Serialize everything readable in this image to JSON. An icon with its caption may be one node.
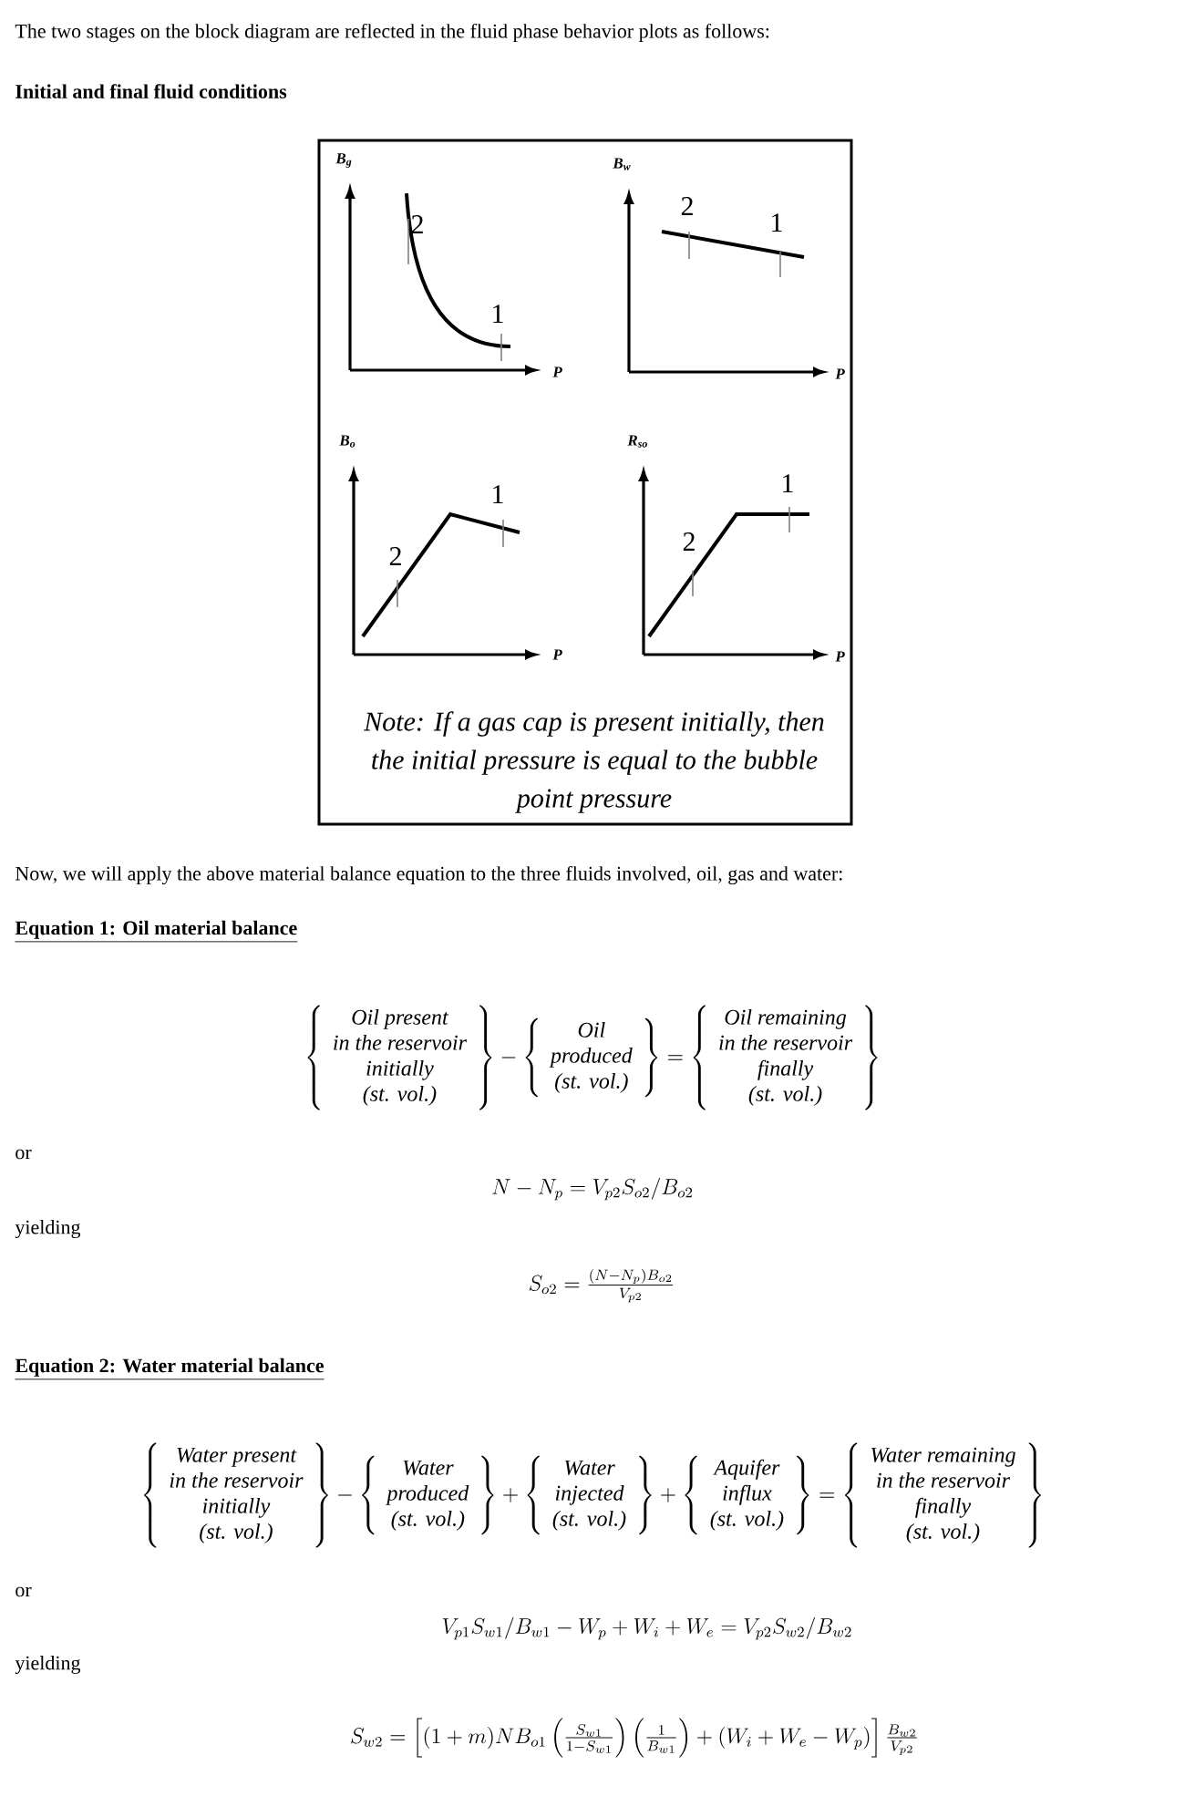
{
  "diagram": {
    "labels": [
      "The two stages on the block diagram are reflected in the fluid phase behavior plots as follows:",
      "Initial and final fluid conditions",
      "B$_{g}$",
      "2",
      "1",
      "P",
      "B$_{w}$",
      "2",
      "1",
      "P",
      "B$_{o}$",
      "1",
      "2",
      "P",
      "R$_{so}$",
      "1",
      "2",
      "P",
      "Note: If a gas cap is present initially, then the initial pressure is equal to the bubble point pressure",
      "Now, we will apply the above material balance equation to the three fluids involved, oil, gas and water:",
      "Equation 1: Oil material balance",
      "\\left\\{\\begin{array}{c}\\textit{Oil present}\\\\ \\textit{in the reservoir}\\\\ \\textit{initially}\\\\ \\textit{(st. vol.)}\\end{array}\\right\\} - \\left\\{\\begin{array}{c}\\textit{Oil}\\\\ \\textit{produced}\\\\ \\textit{(st. vol.)}\\end{array}\\right\\} = \\left\\{\\begin{array}{c}\\textit{Oil remaining}\\\\ \\textit{in the reservoir}\\\\ \\textit{finally}\\\\ \\textit{(st. vol.)}\\end{array}\\right\\}",
      "or",
      "N - N_p = V_{p2} S_{o2}/B_{o2}",
      "yielding",
      "S_{o2} = \\frac{(N - N_p) B_{o2}}{V_{p2}}",
      "Equation 2: Water material balance",
      "\\left\\{\\begin{array}{c}\\textit{Water present}\\\\ \\textit{in the reservoir}\\\\ \\textit{initially}\\\\ \\textit{(st. vol.)}\\end{array}\\right\\} - \\left\\{\\begin{array}{c}\\textit{Water}\\\\ \\textit{produced}\\\\ \\textit{(st. vol.)}\\end{array}\\right\\} + \\left\\{\\begin{array}{c}\\textit{Water}\\\\ \\textit{injected}\\\\ \\textit{(st. vol.)}\\end{array}\\right\\} + \\left\\{\\begin{array}{c}\\textit{Aquifer}\\\\ \\textit{influx}\\\\ \\textit{(st. vol.)}\\end{array}\\right\\} = \\left\\{\\begin{array}{c}\\textit{Water remaining}\\\\ \\textit{in the reservoir}\\\\ \\textit{finally}\\\\ \\textit{(st. vol.)}\\end{array}\\right\\}",
      "or",
      "V_{p1} S_{w1}/B_{w1} - W_p + W_i + W_e = V_{p2} S_{w2}/B_{w2}",
      "yielding",
      "S_{w2} = \\left[(1+m) N B_{o1} \\left(\\frac{S_{w1}}{1 - S_{w1}}\\right) \\left(\\frac{1}{B_{w1}}\\right) + \\left(W_i + W_e - W_p\\right)\\right] \\frac{B_{w2}}{V_{p2}}"
    ]
  }
}
